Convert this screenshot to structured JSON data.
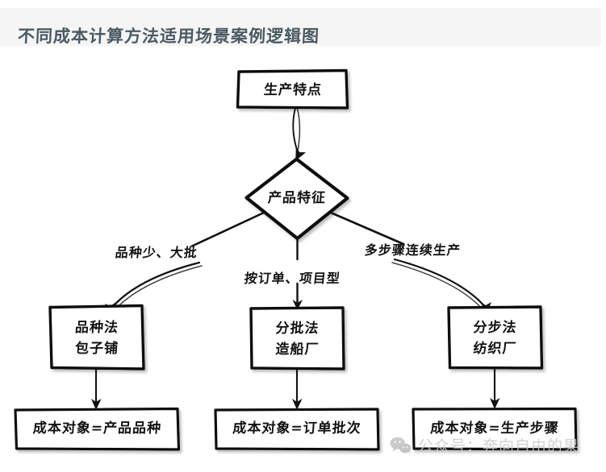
{
  "header": {
    "title": "不同成本计算方法适用场景案例逻辑图",
    "background_color": "#f5f5f6",
    "text_color": "#4b5a63"
  },
  "diagram": {
    "style": "hand-drawn-sketch",
    "stroke_color": "#111111",
    "fill_color": "#ffffff",
    "nodes": {
      "start": {
        "id": "start",
        "shape": "rectangle",
        "label": "生产特点"
      },
      "decision": {
        "id": "decision",
        "shape": "diamond",
        "label": "产品特征"
      },
      "method_left": {
        "id": "method-left",
        "shape": "rectangle",
        "line1": "品种法",
        "line2": "包子铺"
      },
      "method_middle": {
        "id": "method-middle",
        "shape": "rectangle",
        "line1": "分批法",
        "line2": "造船厂"
      },
      "method_right": {
        "id": "method-right",
        "shape": "rectangle",
        "line1": "分步法",
        "line2": "纺织厂"
      },
      "result_left": {
        "id": "result-left",
        "shape": "rectangle",
        "label": "成本对象=产品品种"
      },
      "result_middle": {
        "id": "result-middle",
        "shape": "rectangle",
        "label": "成本对象=订单批次"
      },
      "result_right": {
        "id": "result-right",
        "shape": "rectangle",
        "label": "成本对象=生产步骤"
      }
    },
    "edge_labels": {
      "left": "品种少、大批",
      "middle": "按订单、项目型",
      "right": "多步骤连续生产"
    }
  },
  "watermark": {
    "icon": "wechat-icon",
    "text": "公众号：奔向自由的果",
    "color": "#c9c9c9"
  }
}
